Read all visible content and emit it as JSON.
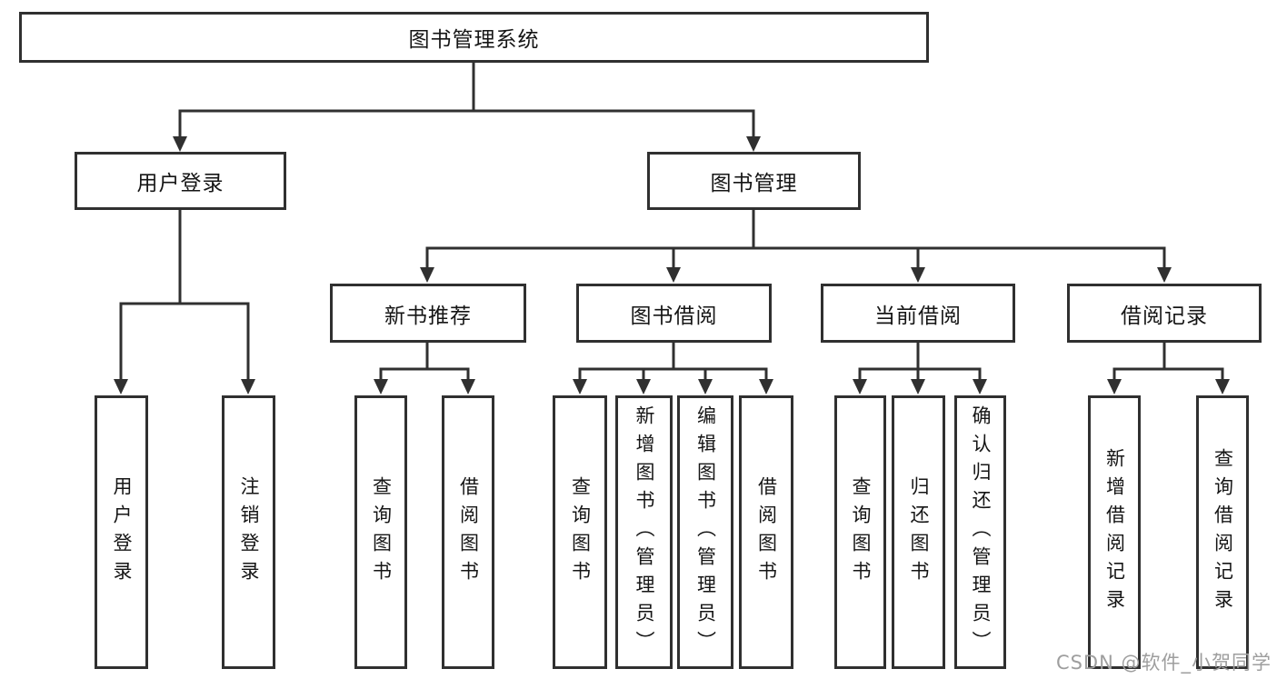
{
  "diagram": {
    "root": {
      "label": "图书管理系统"
    },
    "branches": [
      {
        "label": "用户登录",
        "children": [
          {
            "label": "用户登录"
          },
          {
            "label": "注销登录"
          }
        ]
      },
      {
        "label": "图书管理",
        "children": [
          {
            "label": "新书推荐",
            "children": [
              {
                "label": "查询图书"
              },
              {
                "label": "借阅图书"
              }
            ]
          },
          {
            "label": "图书借阅",
            "children": [
              {
                "label": "查询图书"
              },
              {
                "label": "新增图书（管理员）"
              },
              {
                "label": "编辑图书（管理员）"
              },
              {
                "label": "借阅图书"
              }
            ]
          },
          {
            "label": "当前借阅",
            "children": [
              {
                "label": "查询图书"
              },
              {
                "label": "归还图书"
              },
              {
                "label": "确认归还（管理员）"
              }
            ]
          },
          {
            "label": "借阅记录",
            "children": [
              {
                "label": "新增借阅记录"
              },
              {
                "label": "查询借阅记录"
              }
            ]
          }
        ]
      }
    ]
  },
  "watermark": {
    "text": "CSDN @软件_小贺同学"
  },
  "colors": {
    "line": "#303030",
    "text": "#151515",
    "background": "#ffffff",
    "watermark": "#9e9e9e"
  }
}
